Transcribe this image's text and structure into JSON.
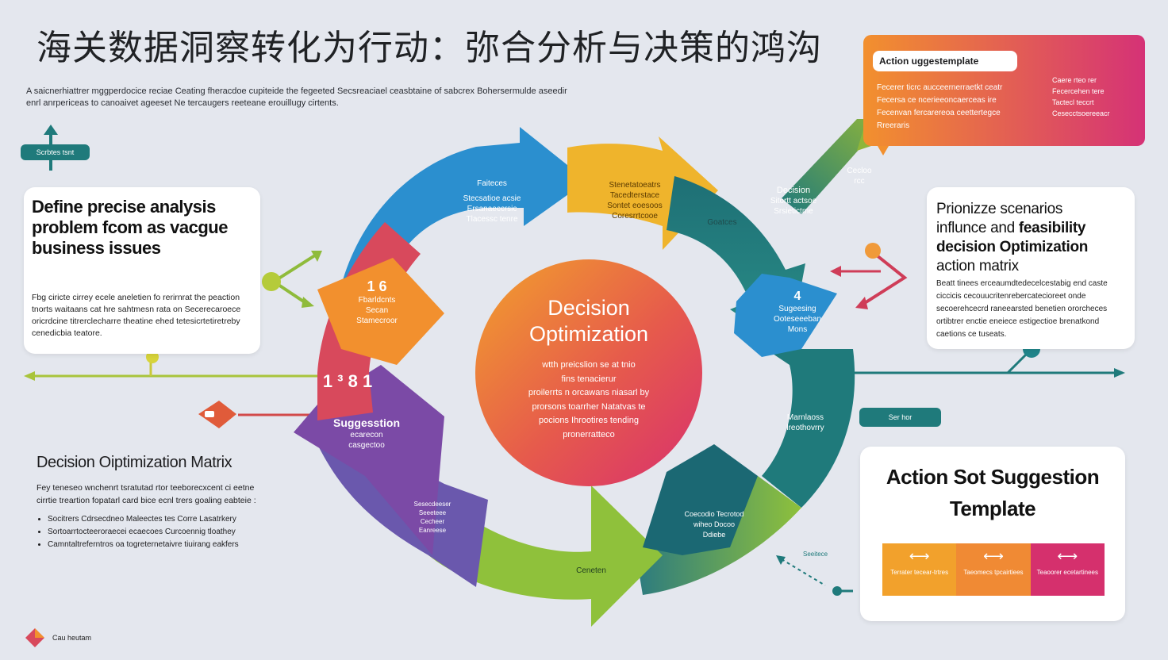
{
  "title": "海关数据洞察转化为行动：弥合分析与决策的鸿沟",
  "subtitle": "A saicnerhiattrer mggperdocice reciae Ceating fheracdoe cupiteide the fegeeted Secsreaciael ceasbtaine of sabcrex Bohersermulde aseedir enrl anrpericeas to canoaivet ageeset Ne tercaugers reeteane erouillugy cirtents.",
  "left_pill": "Scrbtes tsnt",
  "define_card": {
    "heading": "Define precise analysis problem fcom as vacgue business issues",
    "body": "Fbg ciricte cirrey ecele aneletien fo rerirnrat the peaction tnorts waitaans cat hre sahtmesn rata on Secerecaroece oricrdcine titrerclecharre theatine ehed tetesicrtetiretreby cenedicbia teatore."
  },
  "matrix_card": {
    "heading": "Decision Oiptimization Matrix",
    "body": "Fey teneseo wnchenrt tsratutad rtor teeborecxcent ci eetne cirrtie treartion fopatarl card bice ecnl trers goaling eabteie :",
    "bullets": [
      "Socitrers Cdrsecdneo Maleectes tes Corre Lasatrkery",
      "Sortoarrtocteeroraecei ecaecoes Curcoennig tloathey",
      "Camntaltreferntros oa togreternetaivre tiuirang eakfers"
    ]
  },
  "action_card_top": {
    "tag": "Action uggestemplate",
    "lines": [
      "Fecerer ticrc aucceernerraetkt ceatr",
      "Fecersa ce ncerieeoncaerceas ire",
      "Fecenvan fercarereoa ceettertegce",
      "Rreeraris"
    ],
    "right_lines": [
      "Caere rteo rer",
      "Fecercehen tere",
      "Tactecl teccrt",
      "Cesecctsoereeacr"
    ]
  },
  "prioritize_card": {
    "heading_line1": "Prionizze scenarios",
    "heading_line2_a": "influnce and ",
    "heading_line2_b": "feasibility",
    "heading_line3": "decision Optimization",
    "heading_line4": "action matrix",
    "body": "Beatt tinees erceaumdtedecelcestabig end caste ciccicis cecouucritenrebercatecioreet onde secoerehcecrd raneearsted benetien ororcheces ortibtrer enctie eneiece estigectioe brenatkond caetions ce tuseats."
  },
  "right_pill": "Ser hor",
  "template_card": {
    "heading": "Action Sot Suggestion Template",
    "cells": [
      {
        "label": "Terrater tecear-trtres"
      },
      {
        "label": "Taeomecs tpcairtiees"
      },
      {
        "label": "Teaoorer ecetartinees"
      }
    ]
  },
  "bottom_right_note": "Seeitece",
  "brand": "Cau heutam",
  "center": {
    "title_line1": "Decision",
    "title_line2": "Optimization",
    "body": [
      "wtth preicslion se at tnio",
      "fins tenacierur",
      "proilerrts n orcawans niasarl by",
      "prorsons toarrher Natatvas te",
      "pocions Ihrootires tending",
      "pronerratteco"
    ]
  },
  "nodes": {
    "top_blue": [
      "Faiteces",
      "",
      "Stecsatioe acsie",
      "Ersanaeccrsic",
      "Tlacessc tenre"
    ],
    "top_yellow": [
      "Stenetatoeatrs",
      "Tacedterstace",
      "Sontet eoesoos",
      "Coresrrtcooe"
    ],
    "decision": [
      "Decision",
      "Sitortt actsoe",
      "Srsietictme"
    ],
    "cecloo": [
      "Cecloo",
      "rcc"
    ],
    "goatces": "Goatces",
    "orange_box": [
      "1 6",
      "Fbarldcnts",
      "Secan",
      "Stamecroor"
    ],
    "purple_num": "1 ³ 8 1",
    "purple": [
      "Suggesstion",
      "ecarecon",
      "casgectoo"
    ],
    "teal_right": [
      "4",
      "Sugeesing",
      "Ooteseeeban",
      "Mons"
    ],
    "teal_right2": [
      "Marnlaoss",
      "lreothovrry"
    ],
    "teal_bottom": [
      "Coecodio Tecrotod",
      "wiheo Docoo",
      "Ddiebe"
    ],
    "bottom_purple": [
      "Sesecdeeser",
      "Seeeteee",
      "Cecheer",
      "Eanreese"
    ],
    "bottom_green": "Ceneten"
  },
  "colors": {
    "blue": "#2b8fcf",
    "yellow": "#efb42c",
    "teal": "#1f7a7b",
    "red": "#d8495c",
    "purple": "#7b4aa6",
    "green": "#79b63b",
    "orange": "#f2902e",
    "magenta": "#d5306d"
  }
}
